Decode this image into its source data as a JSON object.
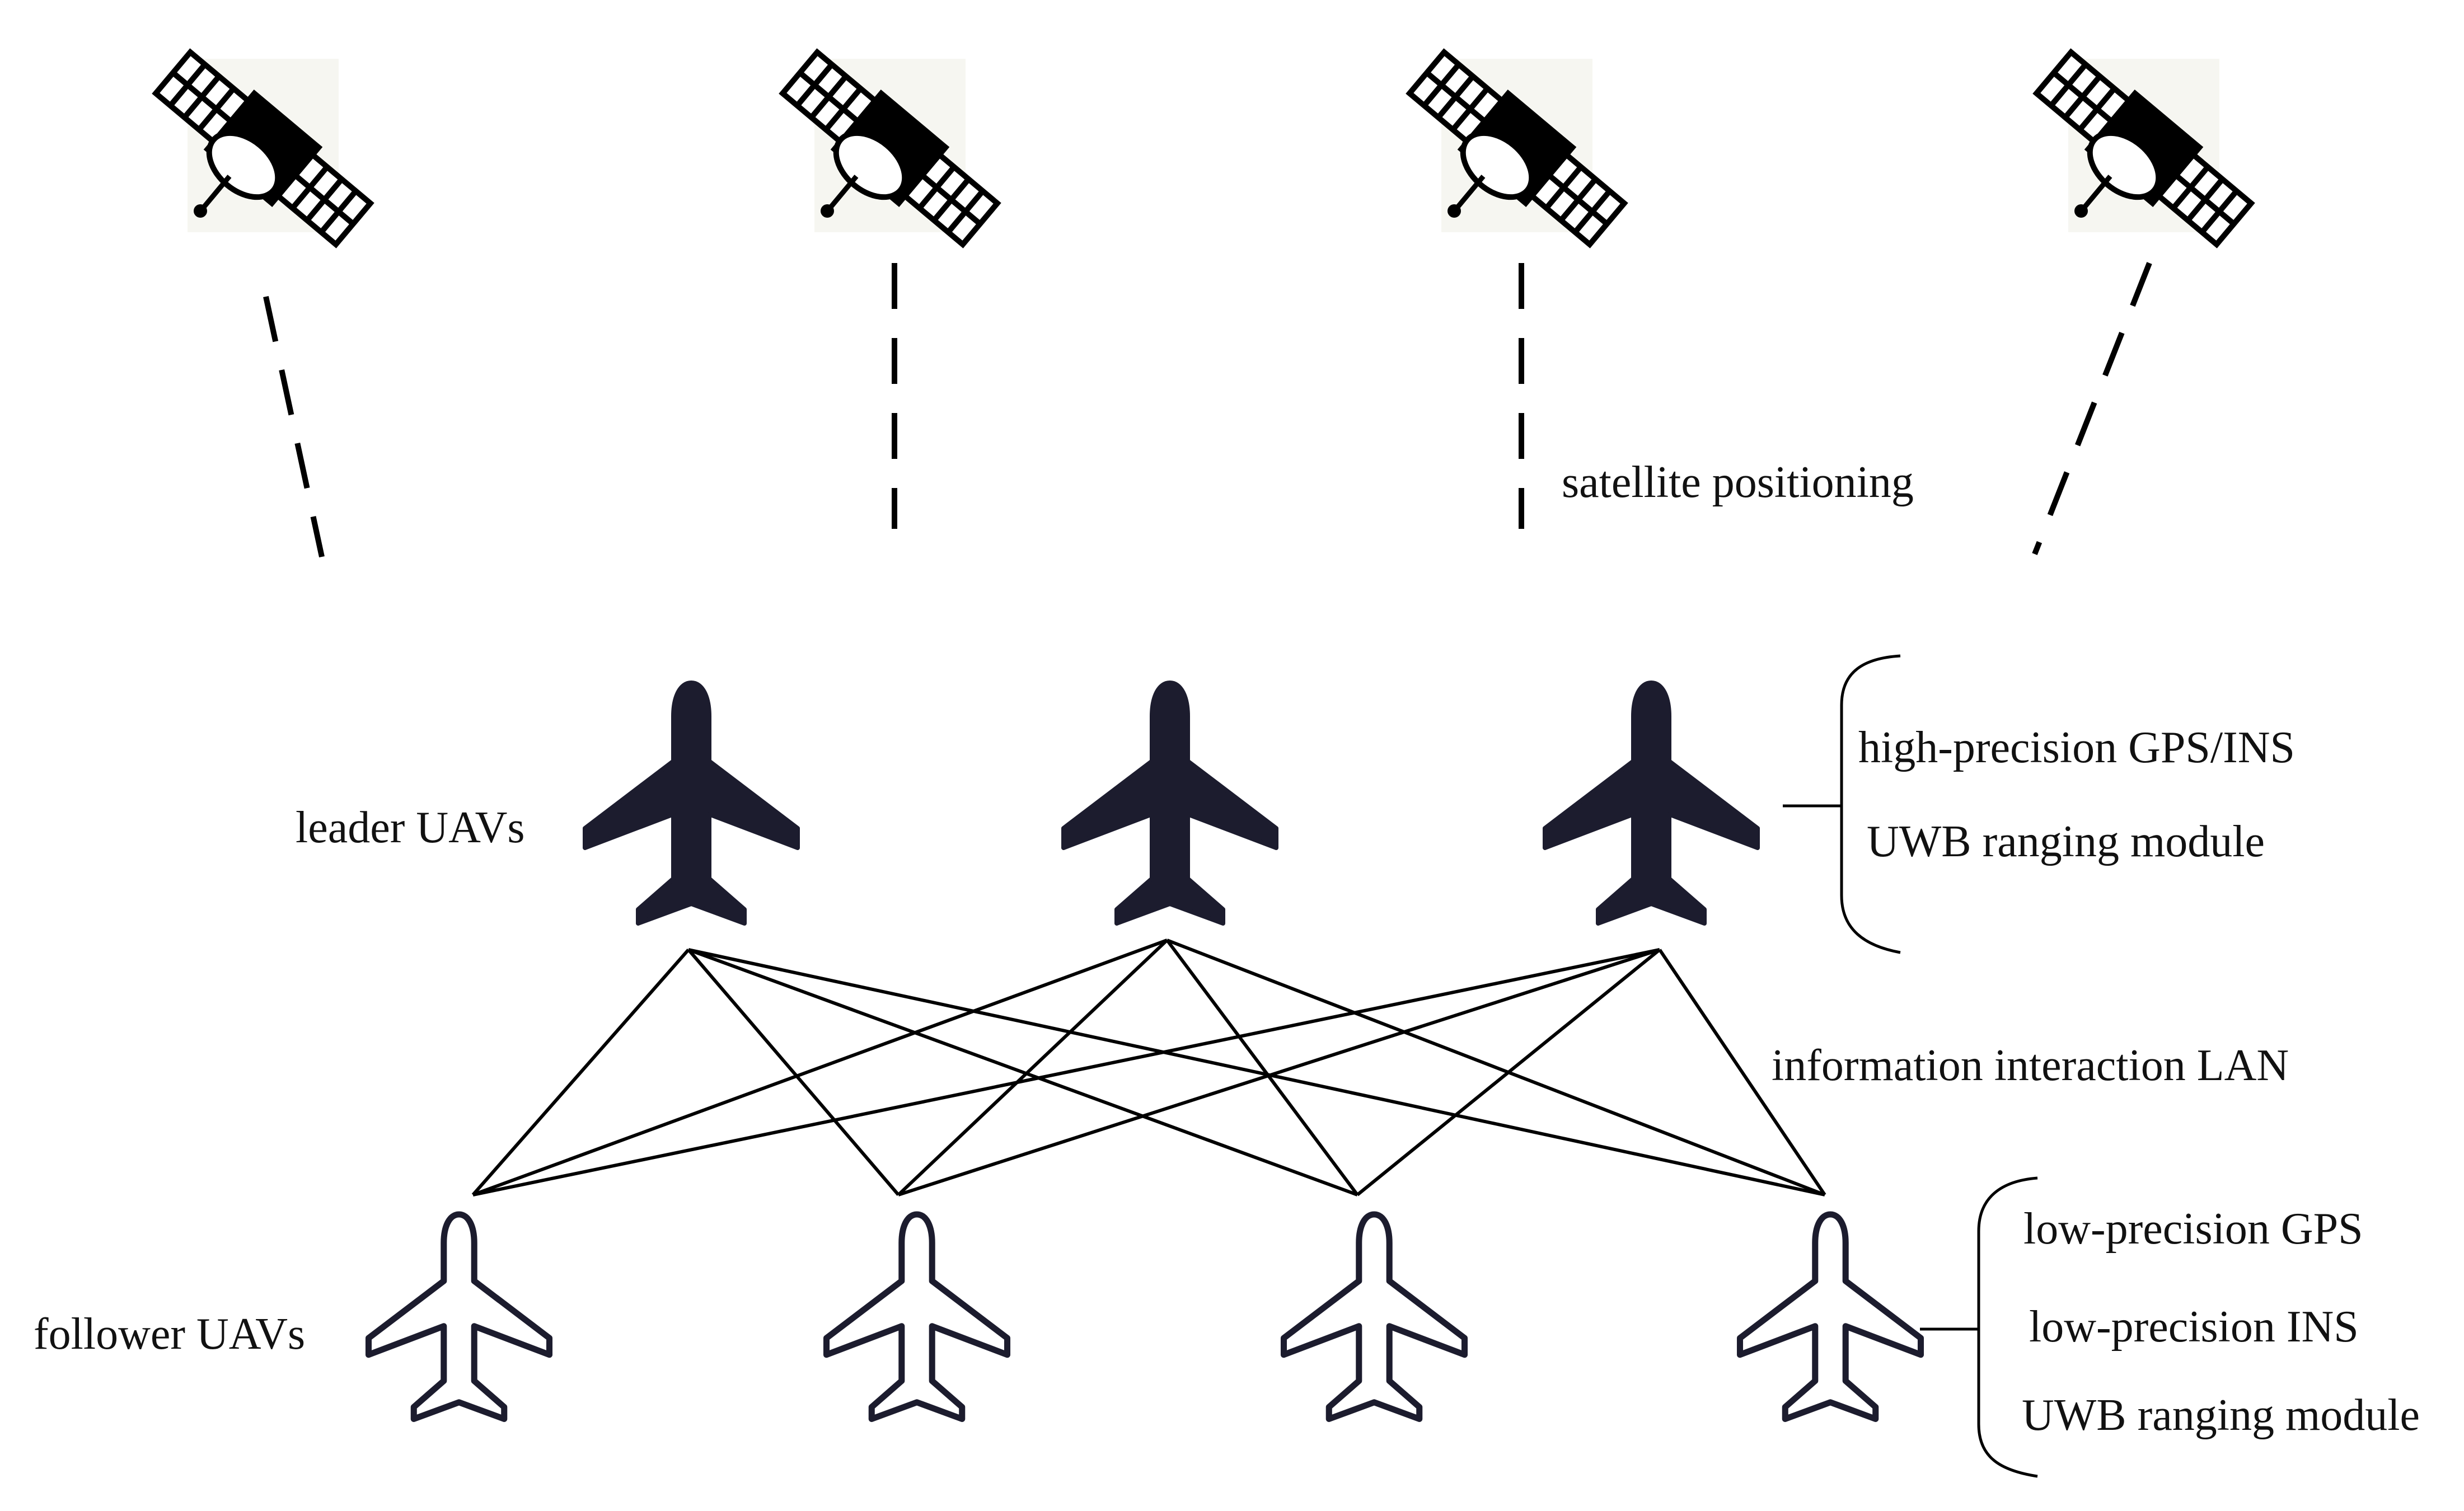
{
  "labels": {
    "satellite_positioning": "satellite positioning",
    "leader_uavs": "leader UAVs",
    "follower_uavs": "follower UAVs",
    "lan": "information interaction LAN"
  },
  "leader_equipment": [
    "high-precision GPS/INS",
    "UWB ranging module"
  ],
  "follower_equipment": [
    "low-precision GPS",
    "low-precision INS",
    "UWB ranging module"
  ],
  "counts": {
    "satellites": 4,
    "leader_uavs": 3,
    "follower_uavs": 4
  },
  "network": {
    "topology": "full-bipartite",
    "note": "every leader linked to every follower"
  },
  "icons": {
    "satellite": "satellite-icon",
    "leader": "filled-airplane-icon",
    "follower": "outline-airplane-icon"
  },
  "colors": {
    "leader_fill": "#1c1c2e",
    "follower_outline": "#1c1c2e",
    "follower_fill": "#ffffff",
    "line": "#111111",
    "satellite_bg": "#f6f6f1"
  }
}
